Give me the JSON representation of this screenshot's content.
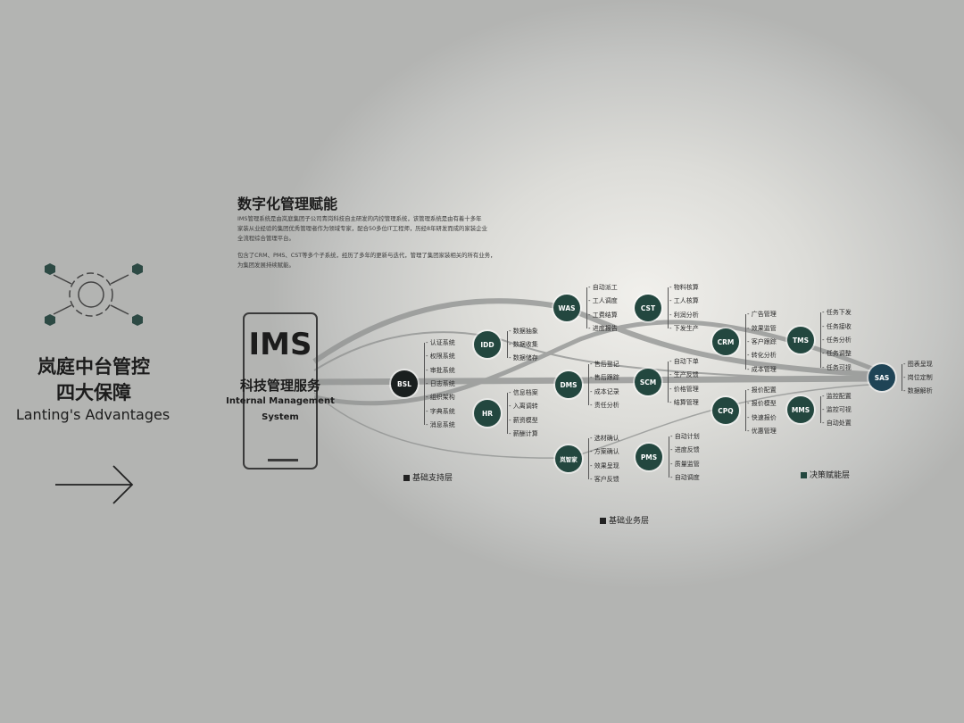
{
  "left_panel": {
    "title_line1": "岚庭中台管控",
    "title_line2": "四大保障",
    "subtitle": "Lanting's Advantages",
    "icons": [
      "gear-hexagon-icon",
      "arrow-right-icon"
    ]
  },
  "ims": {
    "title": "IMS",
    "name_cn": "科技管理服务",
    "name_en_line1": "Internal Management",
    "name_en_line2": "System"
  },
  "intro": {
    "heading": "数字化管理赋能",
    "para1_lines": [
      "IMS管理系统是由岚庭集团子公司青岗科技自主研发的内控管理系统，该管理系统是由有着十多年",
      "家装从业经验的集团优秀管理者作为领域专家，配合50多位IT工程师，历经8年研发而成的家装企业",
      "全流程综合管理平台。"
    ],
    "para2_lines": [
      "包含了CRM、PMS、CST等多个子系统，经历了多年的更新与迭代，管理了集团家装相关的所有业务，",
      "为集团发展持续赋能。"
    ]
  },
  "layers": {
    "support": "基础支持层",
    "business": "基础业务层",
    "decision": "决策赋能层"
  },
  "colors": {
    "node": "#23473f",
    "node_root": "#1a1f1f",
    "node_sas": "#1f4456",
    "flow": "#8e908f"
  },
  "nodes": [
    {
      "id": "BSL",
      "label": "BSL",
      "items": [
        "认证系统",
        "权限系统",
        "审批系统",
        "日志系统",
        "组织架构",
        "字典系统",
        "消息系统"
      ]
    },
    {
      "id": "IDD",
      "label": "IDD",
      "items": [
        "数据抽象",
        "数据收集",
        "数据储存"
      ]
    },
    {
      "id": "HR",
      "label": "HR",
      "items": [
        "信息档案",
        "入离调转",
        "薪资模型",
        "薪酬计算"
      ]
    },
    {
      "id": "WAS",
      "label": "WAS",
      "items": [
        "自动派工",
        "工人调度",
        "工费结算",
        "进度报告"
      ]
    },
    {
      "id": "DMS",
      "label": "DMS",
      "items": [
        "售后登记",
        "售后跟踪",
        "成本记录",
        "责任分析"
      ]
    },
    {
      "id": "LZJ",
      "label": "岚智家",
      "items": [
        "选材确认",
        "方案确认",
        "效果呈现",
        "客户反馈"
      ]
    },
    {
      "id": "CST",
      "label": "CST",
      "items": [
        "物料核算",
        "工人核算",
        "利润分析",
        "下发生产"
      ]
    },
    {
      "id": "SCM",
      "label": "SCM",
      "items": [
        "自动下单",
        "生产反馈",
        "价格管理",
        "结算管理"
      ]
    },
    {
      "id": "PMS",
      "label": "PMS",
      "items": [
        "自动计划",
        "进度反馈",
        "质量监管",
        "自动调度"
      ]
    },
    {
      "id": "CRM",
      "label": "CRM",
      "items": [
        "广告管理",
        "效果监管",
        "客户跟踪",
        "转化分析",
        "成本管理"
      ]
    },
    {
      "id": "CPQ",
      "label": "CPQ",
      "items": [
        "报价配置",
        "报价模型",
        "快速报价",
        "优惠管理"
      ]
    },
    {
      "id": "TMS",
      "label": "TMS",
      "items": [
        "任务下发",
        "任务接收",
        "任务分析",
        "任务调整",
        "任务可视"
      ]
    },
    {
      "id": "MMS",
      "label": "MMS",
      "items": [
        "监控配置",
        "监控可视",
        "自动处置"
      ]
    },
    {
      "id": "SAS",
      "label": "SAS",
      "items": [
        "图表呈现",
        "岗位定制",
        "数据解析"
      ]
    }
  ]
}
